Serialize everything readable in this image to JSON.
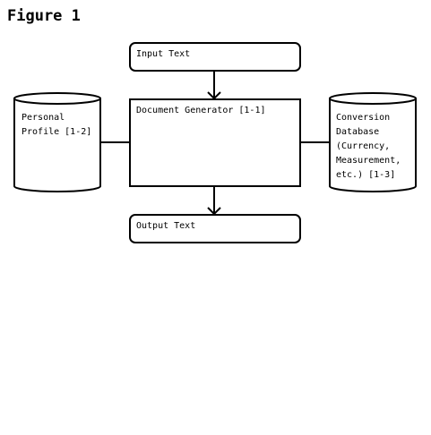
{
  "figure": {
    "title": "Figure 1"
  },
  "nodes": {
    "input": {
      "label": "Input Text"
    },
    "generator": {
      "label": "Document Generator [1-1]"
    },
    "output": {
      "label": "Output Text"
    },
    "profile": {
      "lines": [
        "Personal",
        "Profile [1-2]"
      ]
    },
    "conversion": {
      "lines": [
        "Conversion",
        "Database",
        "(Currency,",
        "Measurement,",
        "etc.) [1-3]"
      ]
    }
  },
  "colors": {
    "stroke": "#000000",
    "background": "#ffffff"
  }
}
